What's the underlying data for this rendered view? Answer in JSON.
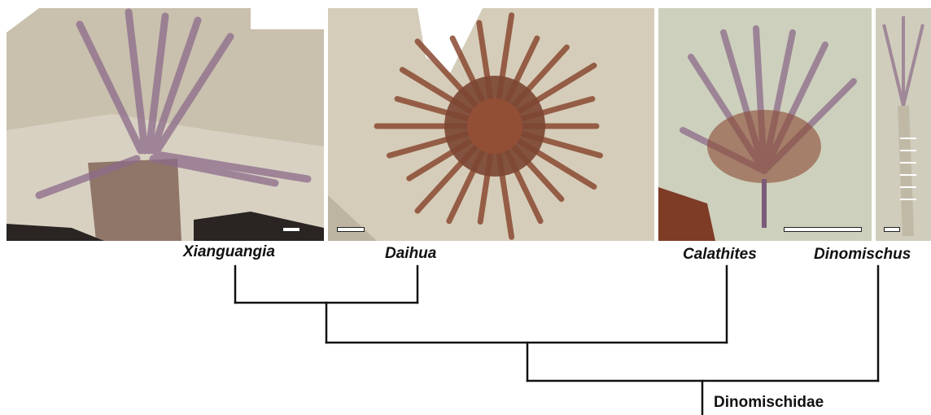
{
  "taxa": [
    {
      "name": "Xianguangia"
    },
    {
      "name": "Daihua"
    },
    {
      "name": "Calathites"
    },
    {
      "name": "Dinomischus"
    }
  ],
  "clade": {
    "label": "Dinomischidae"
  },
  "colors": {
    "matrix": "#cfc6b4",
    "matrix_dark": "#a9a08e",
    "fossil_rust": "#8a4a32",
    "fossil_purple": "#8c6b8a",
    "branch": "#111111",
    "scale_bar": "#ffffff"
  },
  "icons": [
    "fossil-photo-xianguangia",
    "fossil-photo-daihua",
    "fossil-photo-calathites",
    "fossil-photo-dinomischus"
  ]
}
